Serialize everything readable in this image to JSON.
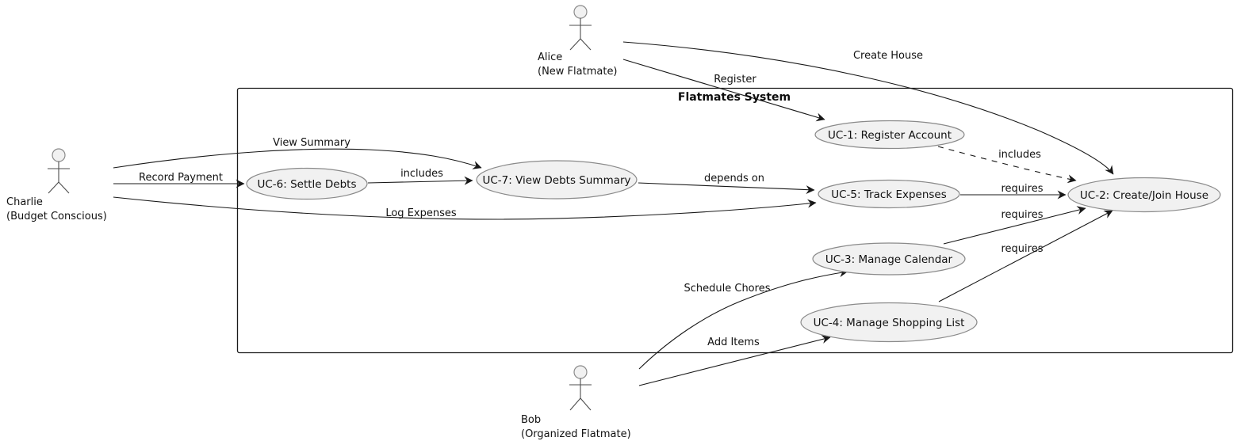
{
  "diagram": {
    "type": "use-case-diagram",
    "boundary": {
      "title": "Flatmates System"
    },
    "actors": {
      "alice": {
        "name": "Alice",
        "role": "(New Flatmate)"
      },
      "charlie": {
        "name": "Charlie",
        "role": "(Budget Conscious)"
      },
      "bob": {
        "name": "Bob",
        "role": "(Organized Flatmate)"
      }
    },
    "use_cases": {
      "uc1": {
        "label": "UC-1: Register Account"
      },
      "uc2": {
        "label": "UC-2: Create/Join House"
      },
      "uc3": {
        "label": "UC-3: Manage Calendar"
      },
      "uc4": {
        "label": "UC-4: Manage Shopping List"
      },
      "uc5": {
        "label": "UC-5: Track Expenses"
      },
      "uc6": {
        "label": "UC-6: Settle Debts"
      },
      "uc7": {
        "label": "UC-7: View Debts Summary"
      }
    },
    "edges": {
      "alice_uc1": {
        "from": "Alice",
        "to": "UC-1",
        "label": "Register",
        "style": "solid"
      },
      "alice_uc2": {
        "from": "Alice",
        "to": "UC-2",
        "label": "Create House",
        "style": "solid"
      },
      "uc1_uc2": {
        "from": "UC-1",
        "to": "UC-2",
        "label": "includes",
        "style": "dashed"
      },
      "charlie_uc7": {
        "from": "Charlie",
        "to": "UC-7",
        "label": "View Summary",
        "style": "solid"
      },
      "charlie_uc6": {
        "from": "Charlie",
        "to": "UC-6",
        "label": "Record Payment",
        "style": "solid"
      },
      "charlie_uc5": {
        "from": "Charlie",
        "to": "UC-5",
        "label": "Log Expenses",
        "style": "solid"
      },
      "uc6_uc7": {
        "from": "UC-6",
        "to": "UC-7",
        "label": "includes",
        "style": "solid"
      },
      "uc7_uc5": {
        "from": "UC-7",
        "to": "UC-5",
        "label": "depends on",
        "style": "solid"
      },
      "uc5_uc2": {
        "from": "UC-5",
        "to": "UC-2",
        "label": "requires",
        "style": "solid"
      },
      "uc3_uc2": {
        "from": "UC-3",
        "to": "UC-2",
        "label": "requires",
        "style": "solid"
      },
      "uc4_uc2": {
        "from": "UC-4",
        "to": "UC-2",
        "label": "requires",
        "style": "solid"
      },
      "bob_uc3": {
        "from": "Bob",
        "to": "UC-3",
        "label": "Schedule Chores",
        "style": "solid"
      },
      "bob_uc4": {
        "from": "Bob",
        "to": "UC-4",
        "label": "Add Items",
        "style": "solid"
      }
    },
    "colors": {
      "background": "#ffffff",
      "node_fill": "#f1f1f1",
      "node_border": "#8a8a8a",
      "line": "#181818",
      "text": "#111111"
    }
  }
}
